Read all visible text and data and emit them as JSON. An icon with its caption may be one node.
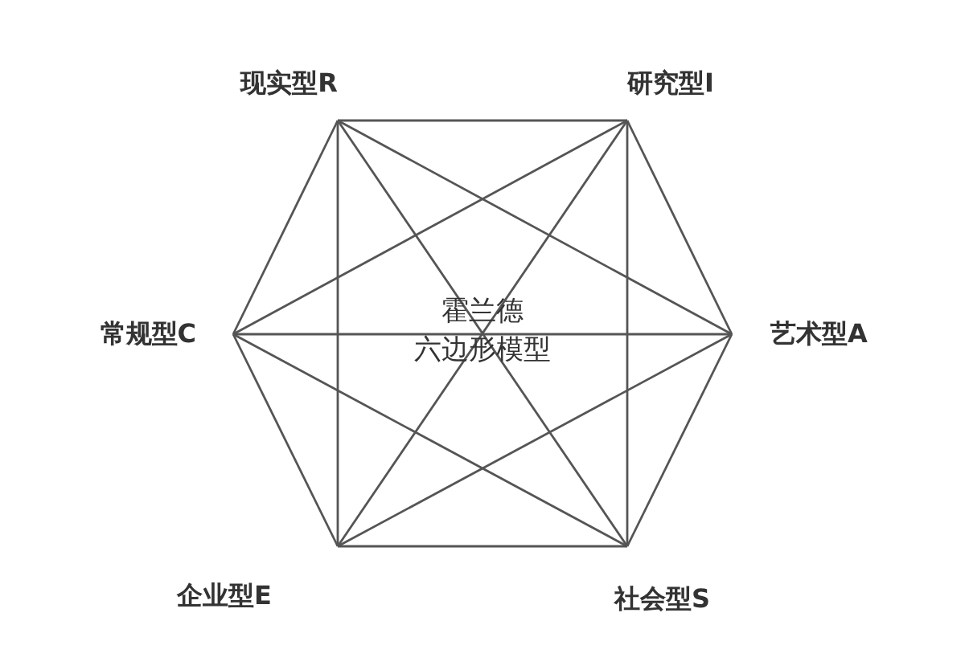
{
  "diagram": {
    "nodes": [
      {
        "text": [
          "现实型R"
        ]
      },
      {
        "text": [
          "研究型I"
        ]
      },
      {
        "text": [
          "艺术型A"
        ]
      },
      {
        "text": [
          "社会型S"
        ]
      },
      {
        "text": [
          "企业型E"
        ]
      },
      {
        "text": [
          "常规型C"
        ]
      }
    ],
    "edges": [
      {
        "from": 0,
        "to": 1,
        "arrow": "none"
      },
      {
        "from": 1,
        "to": 2,
        "arrow": "none"
      },
      {
        "from": 2,
        "to": 3,
        "arrow": "none"
      },
      {
        "from": 3,
        "to": 4,
        "arrow": "none"
      },
      {
        "from": 4,
        "to": 5,
        "arrow": "none"
      },
      {
        "from": 5,
        "to": 0,
        "arrow": "none"
      },
      {
        "from": 0,
        "to": 2,
        "arrow": "none"
      },
      {
        "from": 0,
        "to": 3,
        "arrow": "none"
      },
      {
        "from": 0,
        "to": 4,
        "arrow": "none"
      },
      {
        "from": 1,
        "to": 3,
        "arrow": "none"
      },
      {
        "from": 1,
        "to": 4,
        "arrow": "none"
      },
      {
        "from": 1,
        "to": 5,
        "arrow": "none"
      },
      {
        "from": 2,
        "to": 5,
        "arrow": "none"
      },
      {
        "from": 2,
        "to": 4,
        "arrow": "none"
      },
      {
        "from": 3,
        "to": 5,
        "arrow": "none"
      }
    ],
    "labels": [
      "霍兰德",
      "六边形模型"
    ]
  }
}
